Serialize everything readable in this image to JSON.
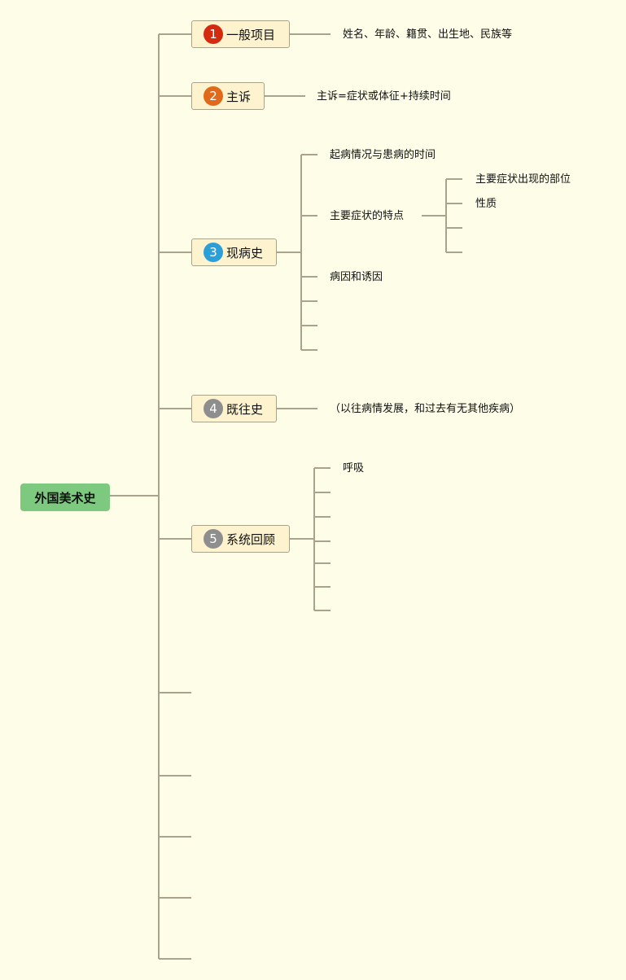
{
  "root": {
    "label": "外国美术史"
  },
  "topics": [
    {
      "num": "1",
      "label": "一般项目",
      "color": "#d42a10",
      "note": "姓名、年龄、籍贯、出生地、民族等"
    },
    {
      "num": "2",
      "label": "主诉",
      "color": "#e06a1a",
      "note": "主诉=症状或体征+持续时间"
    },
    {
      "num": "3",
      "label": "现病史",
      "color": "#2a9fd8",
      "children": [
        "起病情况与患病的时间",
        "主要症状的特点",
        "病因和诱因"
      ],
      "grandchildren": [
        "主要症状出现的部位",
        "性质"
      ]
    },
    {
      "num": "4",
      "label": "既往史",
      "color": "#8e8e8e",
      "note": "（以往病情发展，和过去有无其他疾病）"
    },
    {
      "num": "5",
      "label": "系统回顾",
      "color": "#8e8e8e",
      "children": [
        "呼吸"
      ]
    }
  ],
  "colors": {
    "line": "#a9a38b",
    "background": "#fefee8",
    "root": "#7cc97f",
    "topic_fill": "#fdf3cf"
  }
}
